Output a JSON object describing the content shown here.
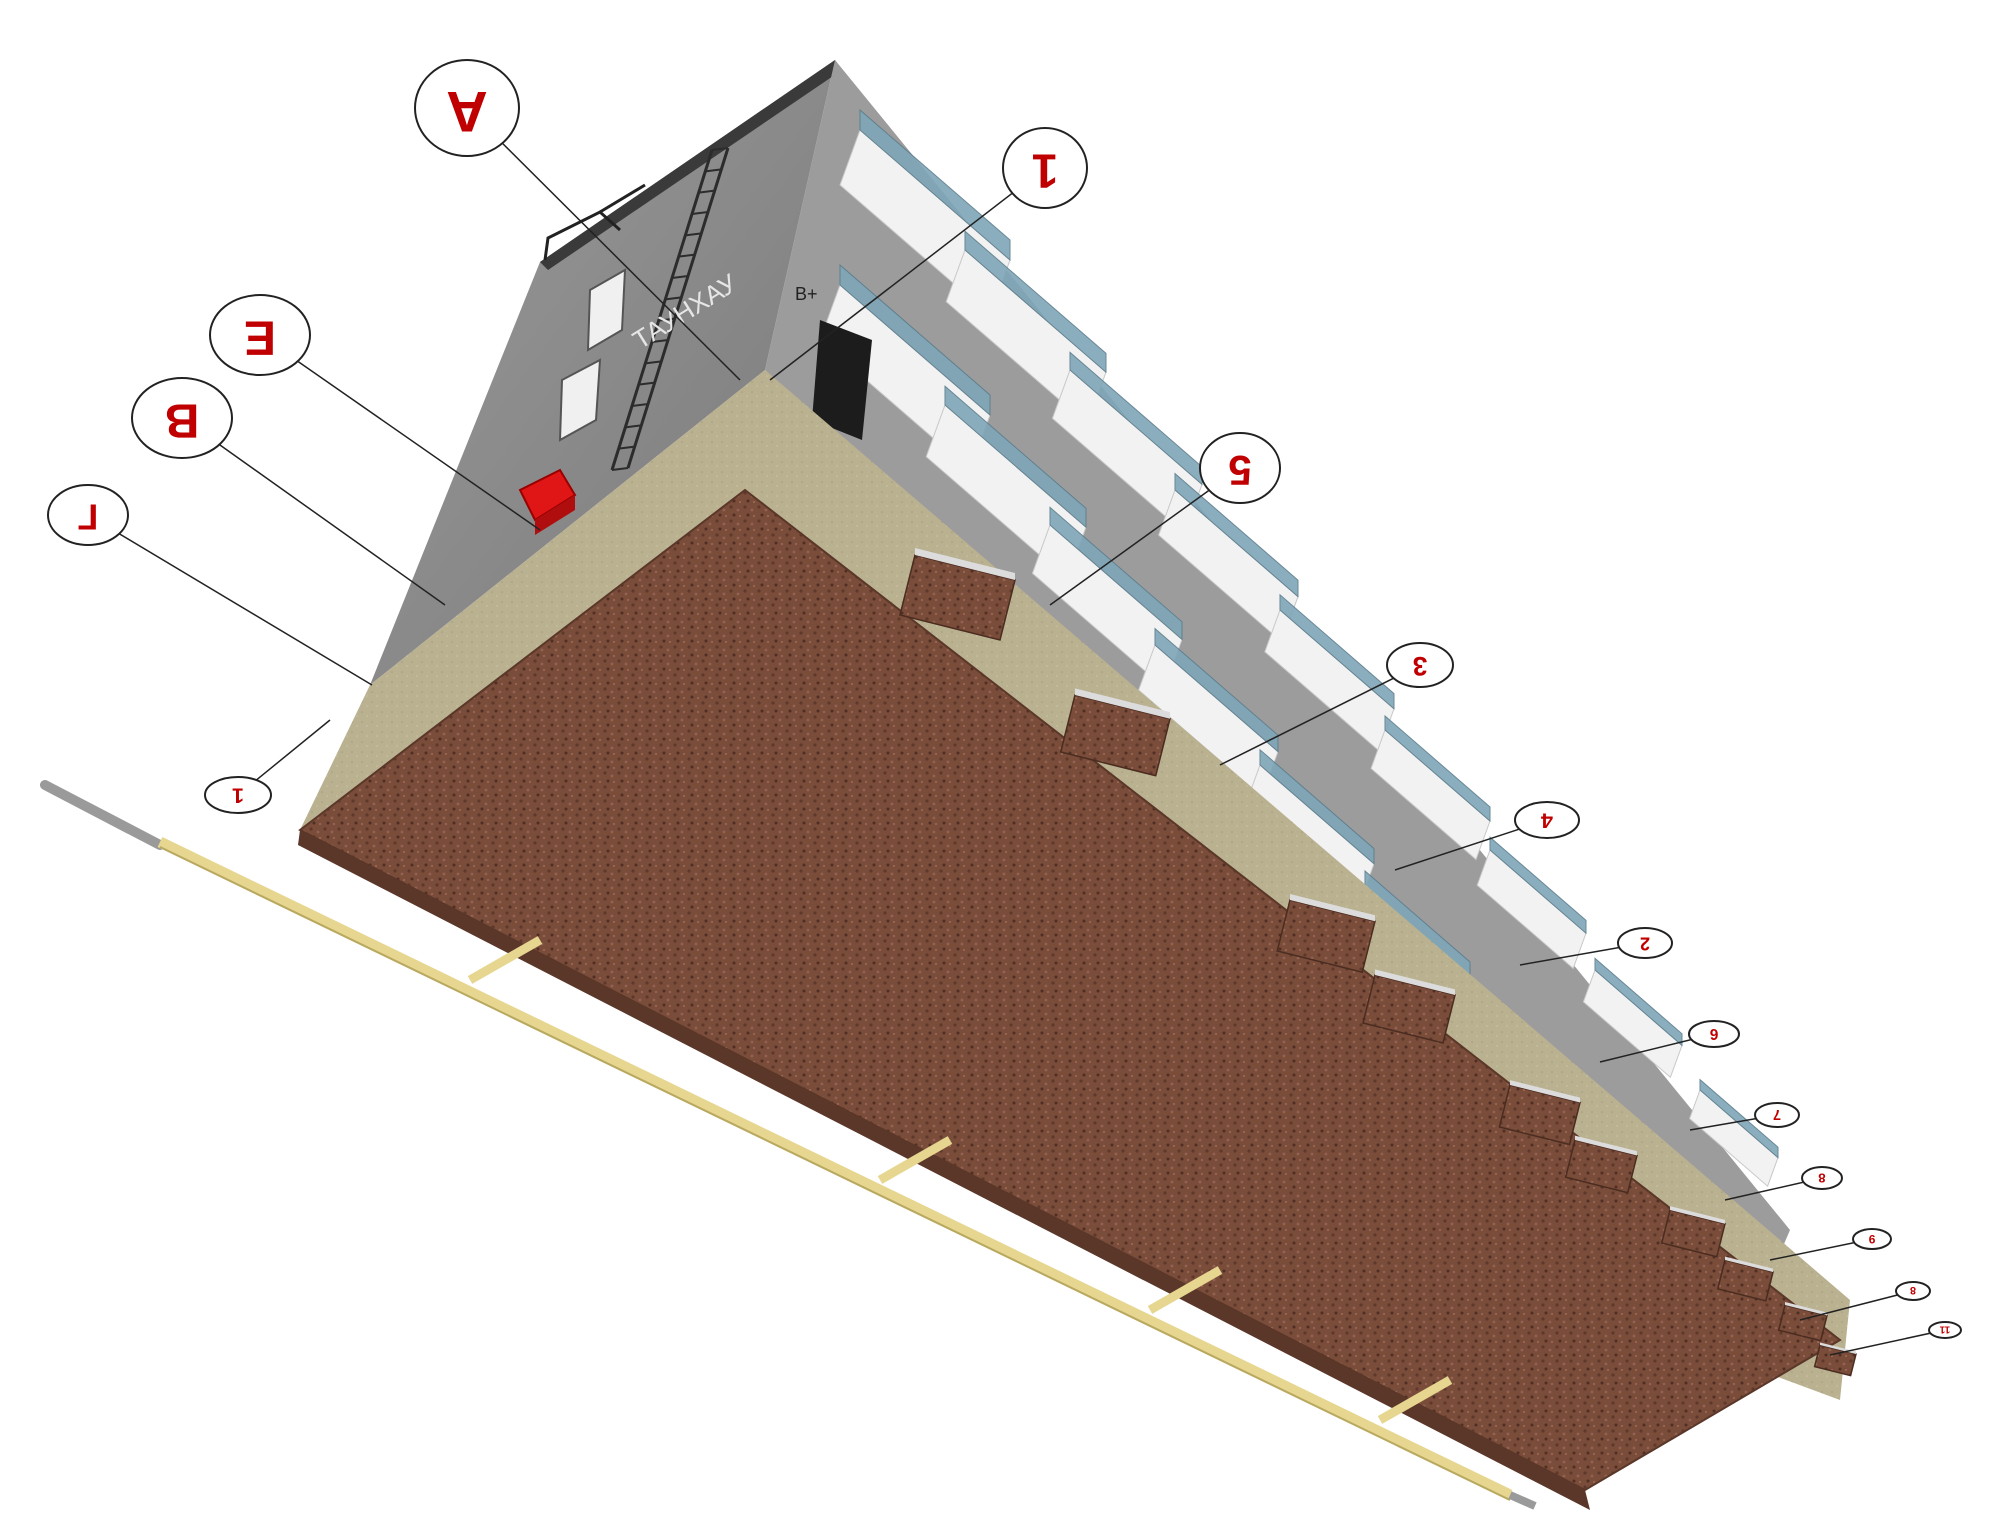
{
  "building": {
    "name_sign": "ТАУНХАУ",
    "door_tag": "B+",
    "colors": {
      "facade": "#8c8c8c",
      "facade_dark": "#6e6e6e",
      "roof_band": "#3a3a3a",
      "foundation_band": "#b5ad8c",
      "soil": "#7a4c3a",
      "balcony_slab": "#f2f2f2",
      "glass": "#7fa6b8",
      "beam": "#e6d690",
      "hydrant_box": "#e01515",
      "label_red": "#c00000"
    }
  },
  "labels": {
    "top": [
      {
        "id": "axis-A",
        "text": "A"
      },
      {
        "id": "axis-1",
        "text": "1"
      },
      {
        "id": "axis-5",
        "text": "5"
      },
      {
        "id": "axis-3",
        "text": "3"
      },
      {
        "id": "axis-4",
        "text": "4"
      },
      {
        "id": "axis-2",
        "text": "2"
      },
      {
        "id": "axis-6",
        "text": "6"
      },
      {
        "id": "axis-7",
        "text": "7"
      },
      {
        "id": "axis-8",
        "text": "8"
      },
      {
        "id": "axis-9",
        "text": "9"
      },
      {
        "id": "axis-10",
        "text": "8"
      },
      {
        "id": "axis-11",
        "text": "11"
      }
    ],
    "left": [
      {
        "id": "axis-E",
        "text": "E"
      },
      {
        "id": "axis-B",
        "text": "B"
      },
      {
        "id": "axis-G",
        "text": "Г"
      },
      {
        "id": "axis-1-left",
        "text": "1"
      }
    ]
  }
}
